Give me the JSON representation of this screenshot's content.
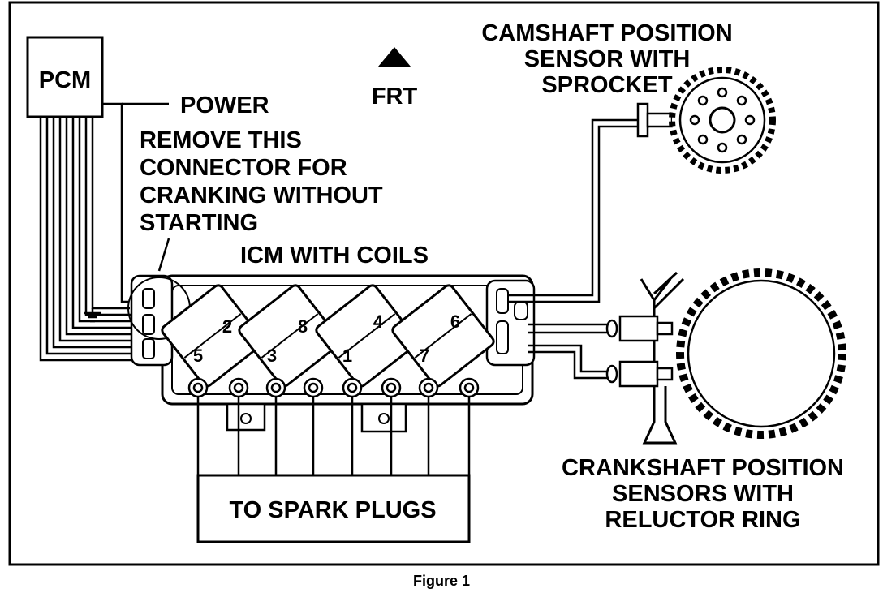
{
  "labels": {
    "pcm": "PCM",
    "power": "POWER",
    "frt": "FRT",
    "remove_connector": [
      "REMOVE THIS",
      "CONNECTOR FOR",
      "CRANKING WITHOUT",
      "STARTING"
    ],
    "icm": "ICM WITH COILS",
    "camshaft": [
      "CAMSHAFT POSITION",
      "SENSOR WITH",
      "SPROCKET"
    ],
    "crankshaft": [
      "CRANKSHAFT POSITION",
      "SENSORS WITH",
      "RELUCTOR RING"
    ],
    "spark_plugs": "TO SPARK PLUGS",
    "caption": "Figure 1"
  },
  "coils": [
    {
      "top": "2",
      "bottom": "5"
    },
    {
      "top": "8",
      "bottom": "3"
    },
    {
      "top": "4",
      "bottom": "1"
    },
    {
      "top": "6",
      "bottom": "7"
    }
  ],
  "colors": {
    "ink": "#000000",
    "paper": "#ffffff"
  }
}
